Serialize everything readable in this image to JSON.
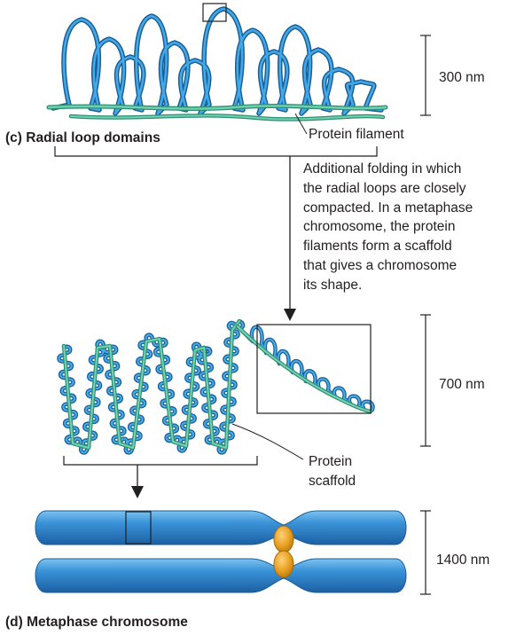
{
  "labels": {
    "panel_c_title": "(c) Radial loop domains",
    "panel_d_title": "(d) Metaphase chromosome",
    "protein_filament": "Protein filament",
    "protein_scaffold_line1": "Protein",
    "protein_scaffold_line2": "scaffold"
  },
  "scale_bars": {
    "top": "300 nm",
    "middle": "700 nm",
    "bottom": "1400 nm"
  },
  "description_lines": [
    "Additional folding in which",
    "the radial loops are closely",
    "compacted. In a metaphase",
    "chromosome, the protein",
    "filaments form a scaffold",
    "that gives a chromosome",
    "its shape."
  ],
  "colors": {
    "dna": "#2a8fd0",
    "dna_outline": "#1a5d96",
    "protein": "#5cc0a0",
    "chromosome": "#2f80c8",
    "centromere": "#e6a11e",
    "line": "#231f20"
  }
}
